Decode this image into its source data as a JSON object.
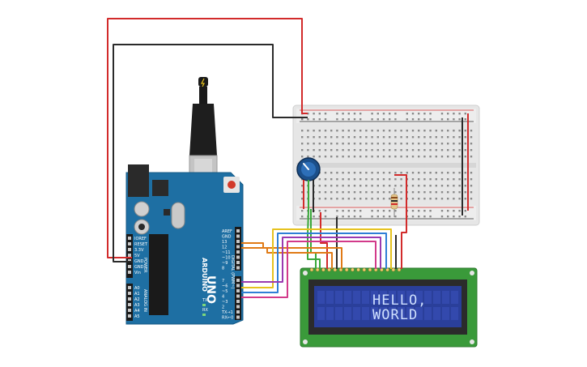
{
  "lcd": {
    "line1": "HELLO,",
    "line2": "WORLD"
  },
  "arduino": {
    "brand": "ARDUINO",
    "model": "UNO",
    "digital_header": "DIGITAL (PWM~)",
    "power_header": "POWER",
    "analog_header": "ANALOG IN",
    "tx_label": "TX",
    "rx_label": "RX",
    "pin_labels_top": [
      "AREF",
      "GND",
      "13",
      "12",
      "~11",
      "~10",
      "~9",
      "8"
    ],
    "pin_labels_bottom": [
      "7",
      "~6",
      "~5",
      "4",
      "~3",
      "2",
      "TX→1",
      "RX←0"
    ],
    "power_pins": [
      "IOREF",
      "RESET",
      "3.3V",
      "5V",
      "GND",
      "GND",
      "Vin"
    ],
    "analog_pins": [
      "A0",
      "A1",
      "A2",
      "A3",
      "A4",
      "A5"
    ]
  },
  "colors": {
    "arduino_board": "#1e6fa3",
    "breadboard": "#e8e8e8",
    "lcd_pcb": "#3a9a3a",
    "lcd_screen": "#2a3f9a",
    "wire_red": "#d22b2b",
    "wire_black": "#2b2b2b",
    "wire_green": "#3aa83a",
    "wire_yellow": "#e6c21f",
    "wire_orange": "#e07a16",
    "wire_purple": "#9a3ab0",
    "wire_pink": "#d23a8a",
    "wire_blue": "#2f7fd6"
  }
}
